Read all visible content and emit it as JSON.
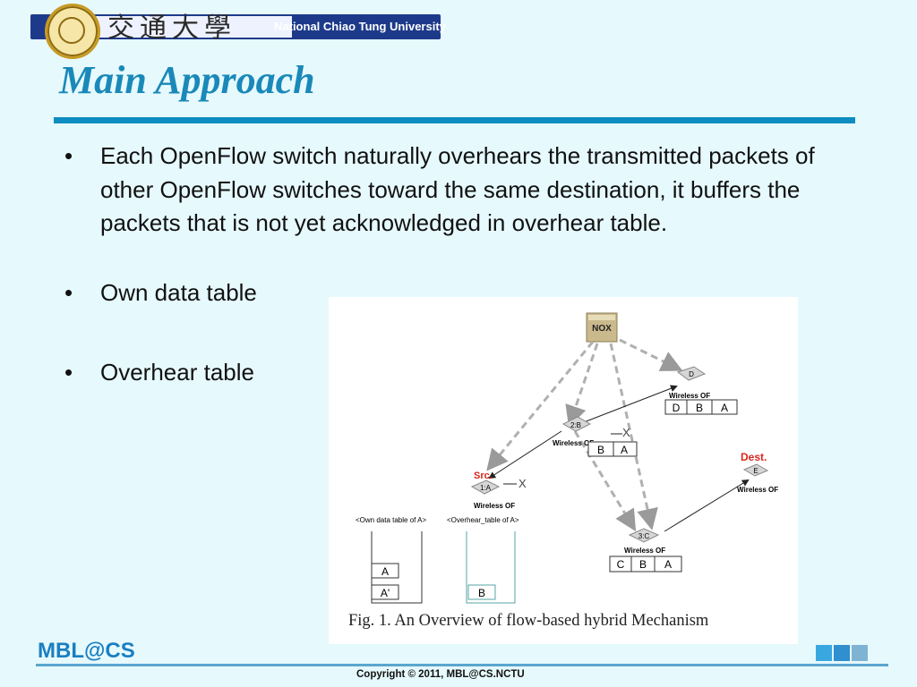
{
  "header": {
    "university_cn": "交通大學",
    "university_en": "National Chiao Tung University"
  },
  "slide": {
    "title": "Main Approach",
    "bullets": [
      {
        "marker": "•",
        "text": "Each OpenFlow switch naturally overhears the transmitted packets of other OpenFlow switches toward the same destination, it buffers the packets that is not yet acknowledged in overhear table."
      },
      {
        "marker": "•",
        "text": "Own data table"
      },
      {
        "marker": "•",
        "text": "Overhear table"
      }
    ]
  },
  "figure": {
    "caption": "Fig. 1. An Overview of flow-based hybrid Mechanism",
    "controller_label": "NOX",
    "nodes": [
      {
        "id": "D",
        "name": "Wireless OF",
        "table": [
          "D",
          "B",
          "A"
        ]
      },
      {
        "id": "2:B",
        "name": "Wireless OF",
        "table": [
          "B",
          "A"
        ]
      },
      {
        "id": "1:A",
        "name": "Wireless OF",
        "tag": "Src."
      },
      {
        "id": "E",
        "name": "Wireless OF",
        "tag": "Dest."
      },
      {
        "id": "3:C",
        "name": "Wireless OF",
        "table": [
          "C",
          "B",
          "A"
        ]
      }
    ],
    "own_table_label": "<Own data table of A>",
    "own_table_cells": [
      "A",
      "A'"
    ],
    "overhear_table_label": "<Overhear_table of A>",
    "overhear_table_cells": [
      "B"
    ],
    "cross_mark": "X"
  },
  "footer": {
    "logo": "MBL@CS",
    "copyright": "Copyright © 2011, MBL@CS.NCTU",
    "square_colors": [
      "#3aa8e0",
      "#2f8fcf",
      "#7fb3d3"
    ]
  },
  "colors": {
    "accent": "#1a89b9",
    "background": "#e6f9fd",
    "dest_red": "#d9261c"
  }
}
